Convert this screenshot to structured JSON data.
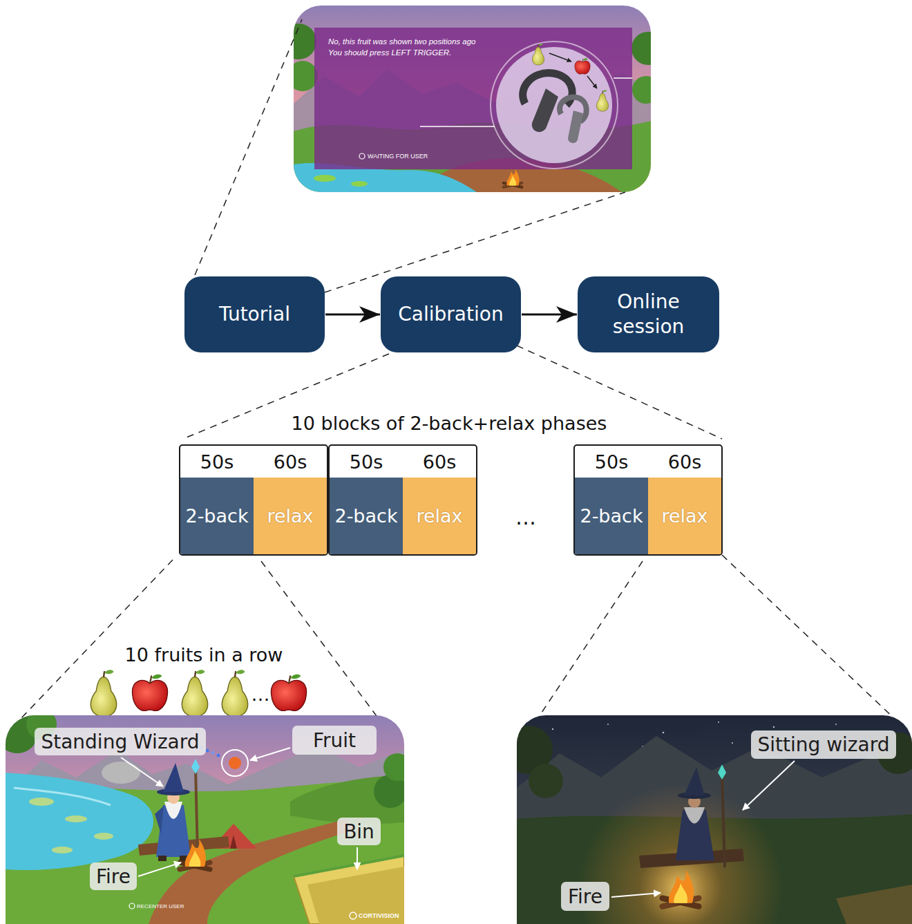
{
  "diagram": {
    "nodes": [
      {
        "text": [
          "Tutorial"
        ]
      },
      {
        "text": [
          "Calibration"
        ]
      },
      {
        "text": [
          "Online session"
        ]
      },
      {
        "text": [
          "50s",
          "60s"
        ]
      },
      {
        "text": [
          "2-back"
        ],
        "in": 3
      },
      {
        "text": [
          "relax"
        ],
        "in": 3
      },
      {
        "text": [
          "50s",
          "60s"
        ]
      },
      {
        "text": [
          "2-back"
        ],
        "in": 6
      },
      {
        "text": [
          "relax"
        ],
        "in": 6
      },
      {
        "text": [
          "50s",
          "60s"
        ]
      },
      {
        "text": [
          "2-back"
        ],
        "in": 9
      },
      {
        "text": [
          "relax"
        ],
        "in": 9
      },
      {
        "text": [
          "Standing Wizard"
        ]
      },
      {
        "text": [
          "Fruit"
        ]
      },
      {
        "text": [
          "Bin"
        ]
      },
      {
        "text": [
          "Fire"
        ]
      },
      {
        "text": [
          "Sitting wizard"
        ]
      },
      {
        "text": [
          "Fire"
        ]
      }
    ],
    "edges": [
      {
        "from": 0,
        "to": 1,
        "arrow": "to"
      },
      {
        "from": 1,
        "to": 2,
        "arrow": "to"
      }
    ],
    "labels": [
      "No, this fruit was shown two positions ago You should press LEFT TRIGGER.",
      "WAITING FOR USER",
      "10 blocks of 2-back+relax phases",
      "…",
      "10 fruits in a row",
      "…",
      "RECENTER USER",
      "CORTIVISION"
    ]
  }
}
